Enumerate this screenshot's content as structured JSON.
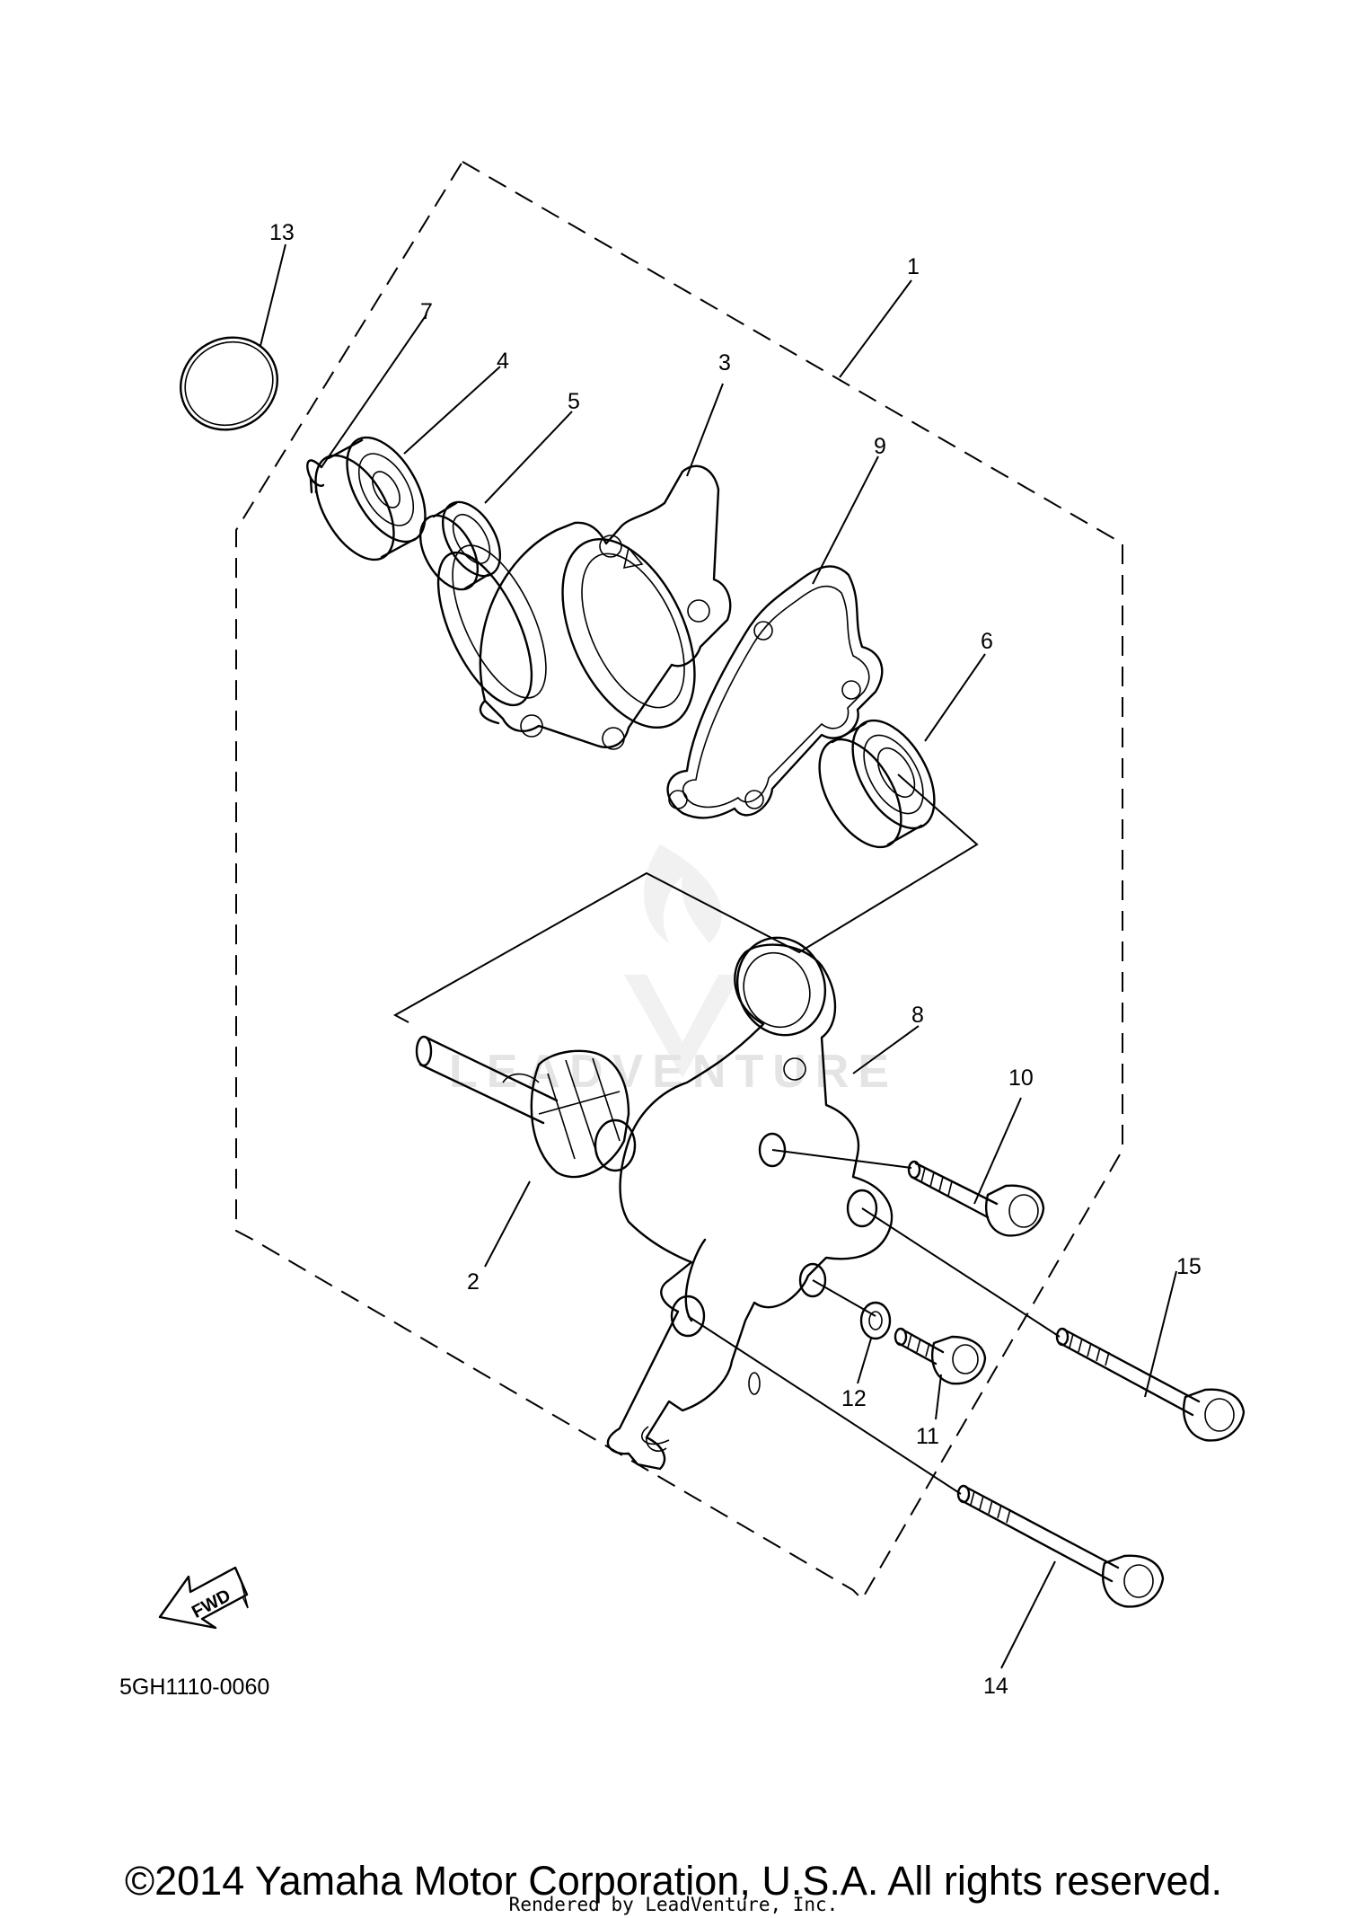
{
  "diagram": {
    "drawing_code": "5GH1110-0060",
    "callouts": [
      {
        "id": "c1",
        "label": "1"
      },
      {
        "id": "c2",
        "label": "2"
      },
      {
        "id": "c3",
        "label": "3"
      },
      {
        "id": "c4",
        "label": "4"
      },
      {
        "id": "c5",
        "label": "5"
      },
      {
        "id": "c6",
        "label": "6"
      },
      {
        "id": "c7",
        "label": "7"
      },
      {
        "id": "c8",
        "label": "8"
      },
      {
        "id": "c9",
        "label": "9"
      },
      {
        "id": "c10",
        "label": "10"
      },
      {
        "id": "c11",
        "label": "11"
      },
      {
        "id": "c12",
        "label": "12"
      },
      {
        "id": "c13",
        "label": "13"
      },
      {
        "id": "c14",
        "label": "14"
      },
      {
        "id": "c15",
        "label": "15"
      }
    ],
    "fwd_arrow_label": "FWD",
    "watermark_text": "LEADVENTURE"
  },
  "footer": {
    "copyright": "©2014 Yamaha Motor Corporation, U.S.A. All rights reserved.",
    "rendered_by": "Rendered by LeadVenture, Inc."
  }
}
